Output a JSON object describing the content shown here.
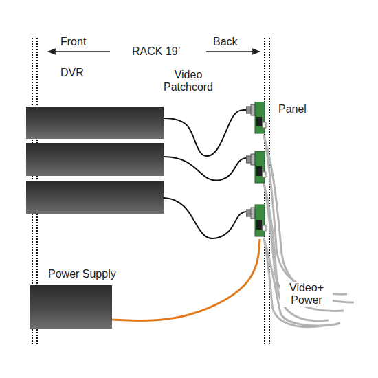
{
  "diagram": {
    "nodes": [
      {
        "text": [
          "DVR"
        ]
      },
      {
        "text": [
          "Panel"
        ]
      },
      {
        "text": [
          "Power Supply"
        ]
      }
    ],
    "edges": [
      {
        "from": 0,
        "to": 1,
        "arrow": "none"
      },
      {
        "from": 2,
        "to": 1,
        "arrow": "none"
      }
    ],
    "labels": [
      "Front",
      "RACK 19’",
      "Back",
      "Video Patchcord",
      "Video+ Power"
    ]
  }
}
